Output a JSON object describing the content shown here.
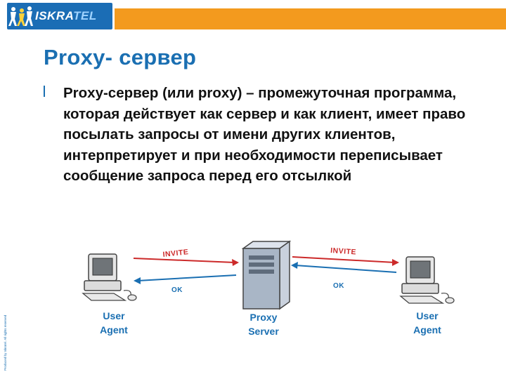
{
  "header": {
    "logo_text_main": "ISKRA",
    "logo_text_accent": "TEL",
    "accent_color": "#f39a1e",
    "brand_color": "#1b6db5"
  },
  "slide": {
    "title": "Proxy- сервер",
    "bullet": "Proxy-сервер (или proxy) – промежуточная программа, которая действует как сервер и как клиент, имеет право посылать запросы от имени других клиентов, интерпретирует и при необходимости переписывает сообщение запроса перед его отсылкой"
  },
  "diagram": {
    "left_agent_line1": "User",
    "left_agent_line2": "Agent",
    "server_line1": "Proxy",
    "server_line2": "Server",
    "right_agent_line1": "User",
    "right_agent_line2": "Agent",
    "left_request": "INVITE",
    "left_response": "OK",
    "right_request": "INVITE",
    "right_response": "OK"
  },
  "footer": {
    "side_text": "Produced by Iskratel. All rights reserved"
  }
}
